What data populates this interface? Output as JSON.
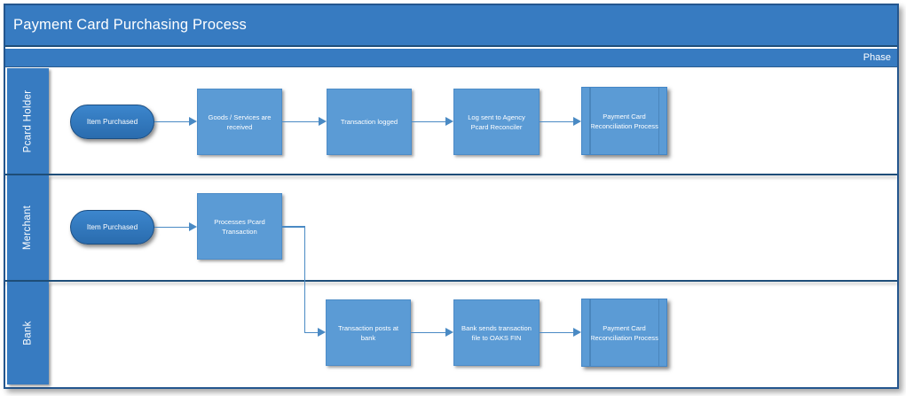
{
  "title": "Payment Card Purchasing Process",
  "phase_band": {
    "label": "Phase"
  },
  "lanes": [
    {
      "label": "Pcard Holder"
    },
    {
      "label": "Merchant"
    },
    {
      "label": "Bank"
    }
  ],
  "nodes": {
    "item_purchased_pcard": {
      "label": "Item Purchased",
      "shape": "terminator",
      "lane": "Pcard Holder"
    },
    "goods_received": {
      "label": "Goods / Services are received",
      "shape": "process",
      "lane": "Pcard Holder"
    },
    "transaction_logged": {
      "label": "Transaction logged",
      "shape": "process",
      "lane": "Pcard Holder"
    },
    "log_sent": {
      "label": "Log sent to Agency Pcard Reconciler",
      "shape": "process",
      "lane": "Pcard Holder"
    },
    "reconciliation_pcard": {
      "label": "Payment Card Reconciliation Process",
      "shape": "subprocess",
      "lane": "Pcard Holder"
    },
    "item_purchased_merchant": {
      "label": "Item Purchased",
      "shape": "terminator",
      "lane": "Merchant"
    },
    "processes_transaction": {
      "label": "Processes Pcard Transaction",
      "shape": "process",
      "lane": "Merchant"
    },
    "transaction_posts": {
      "label": "Transaction posts at bank",
      "shape": "process",
      "lane": "Bank"
    },
    "bank_sends_file": {
      "label": "Bank sends transaction file to OAKS FIN",
      "shape": "process",
      "lane": "Bank"
    },
    "reconciliation_bank": {
      "label": "Payment Card Reconciliation Process",
      "shape": "subprocess",
      "lane": "Bank"
    }
  },
  "edges": [
    {
      "from": "item_purchased_pcard",
      "to": "goods_received"
    },
    {
      "from": "goods_received",
      "to": "transaction_logged"
    },
    {
      "from": "transaction_logged",
      "to": "log_sent"
    },
    {
      "from": "log_sent",
      "to": "reconciliation_pcard"
    },
    {
      "from": "item_purchased_merchant",
      "to": "processes_transaction"
    },
    {
      "from": "processes_transaction",
      "to": "transaction_posts"
    },
    {
      "from": "transaction_posts",
      "to": "bank_sends_file"
    },
    {
      "from": "bank_sends_file",
      "to": "reconciliation_bank"
    }
  ],
  "colors": {
    "banner": "#377bc1",
    "process_fill": "#5b9bd5",
    "process_border": "#4d8cc8",
    "terminator_fill": "#2e75b8",
    "terminator_border": "#1c4e82",
    "frame_border": "#24568e",
    "connector": "#4a8ac4",
    "text": "#ffffff"
  }
}
